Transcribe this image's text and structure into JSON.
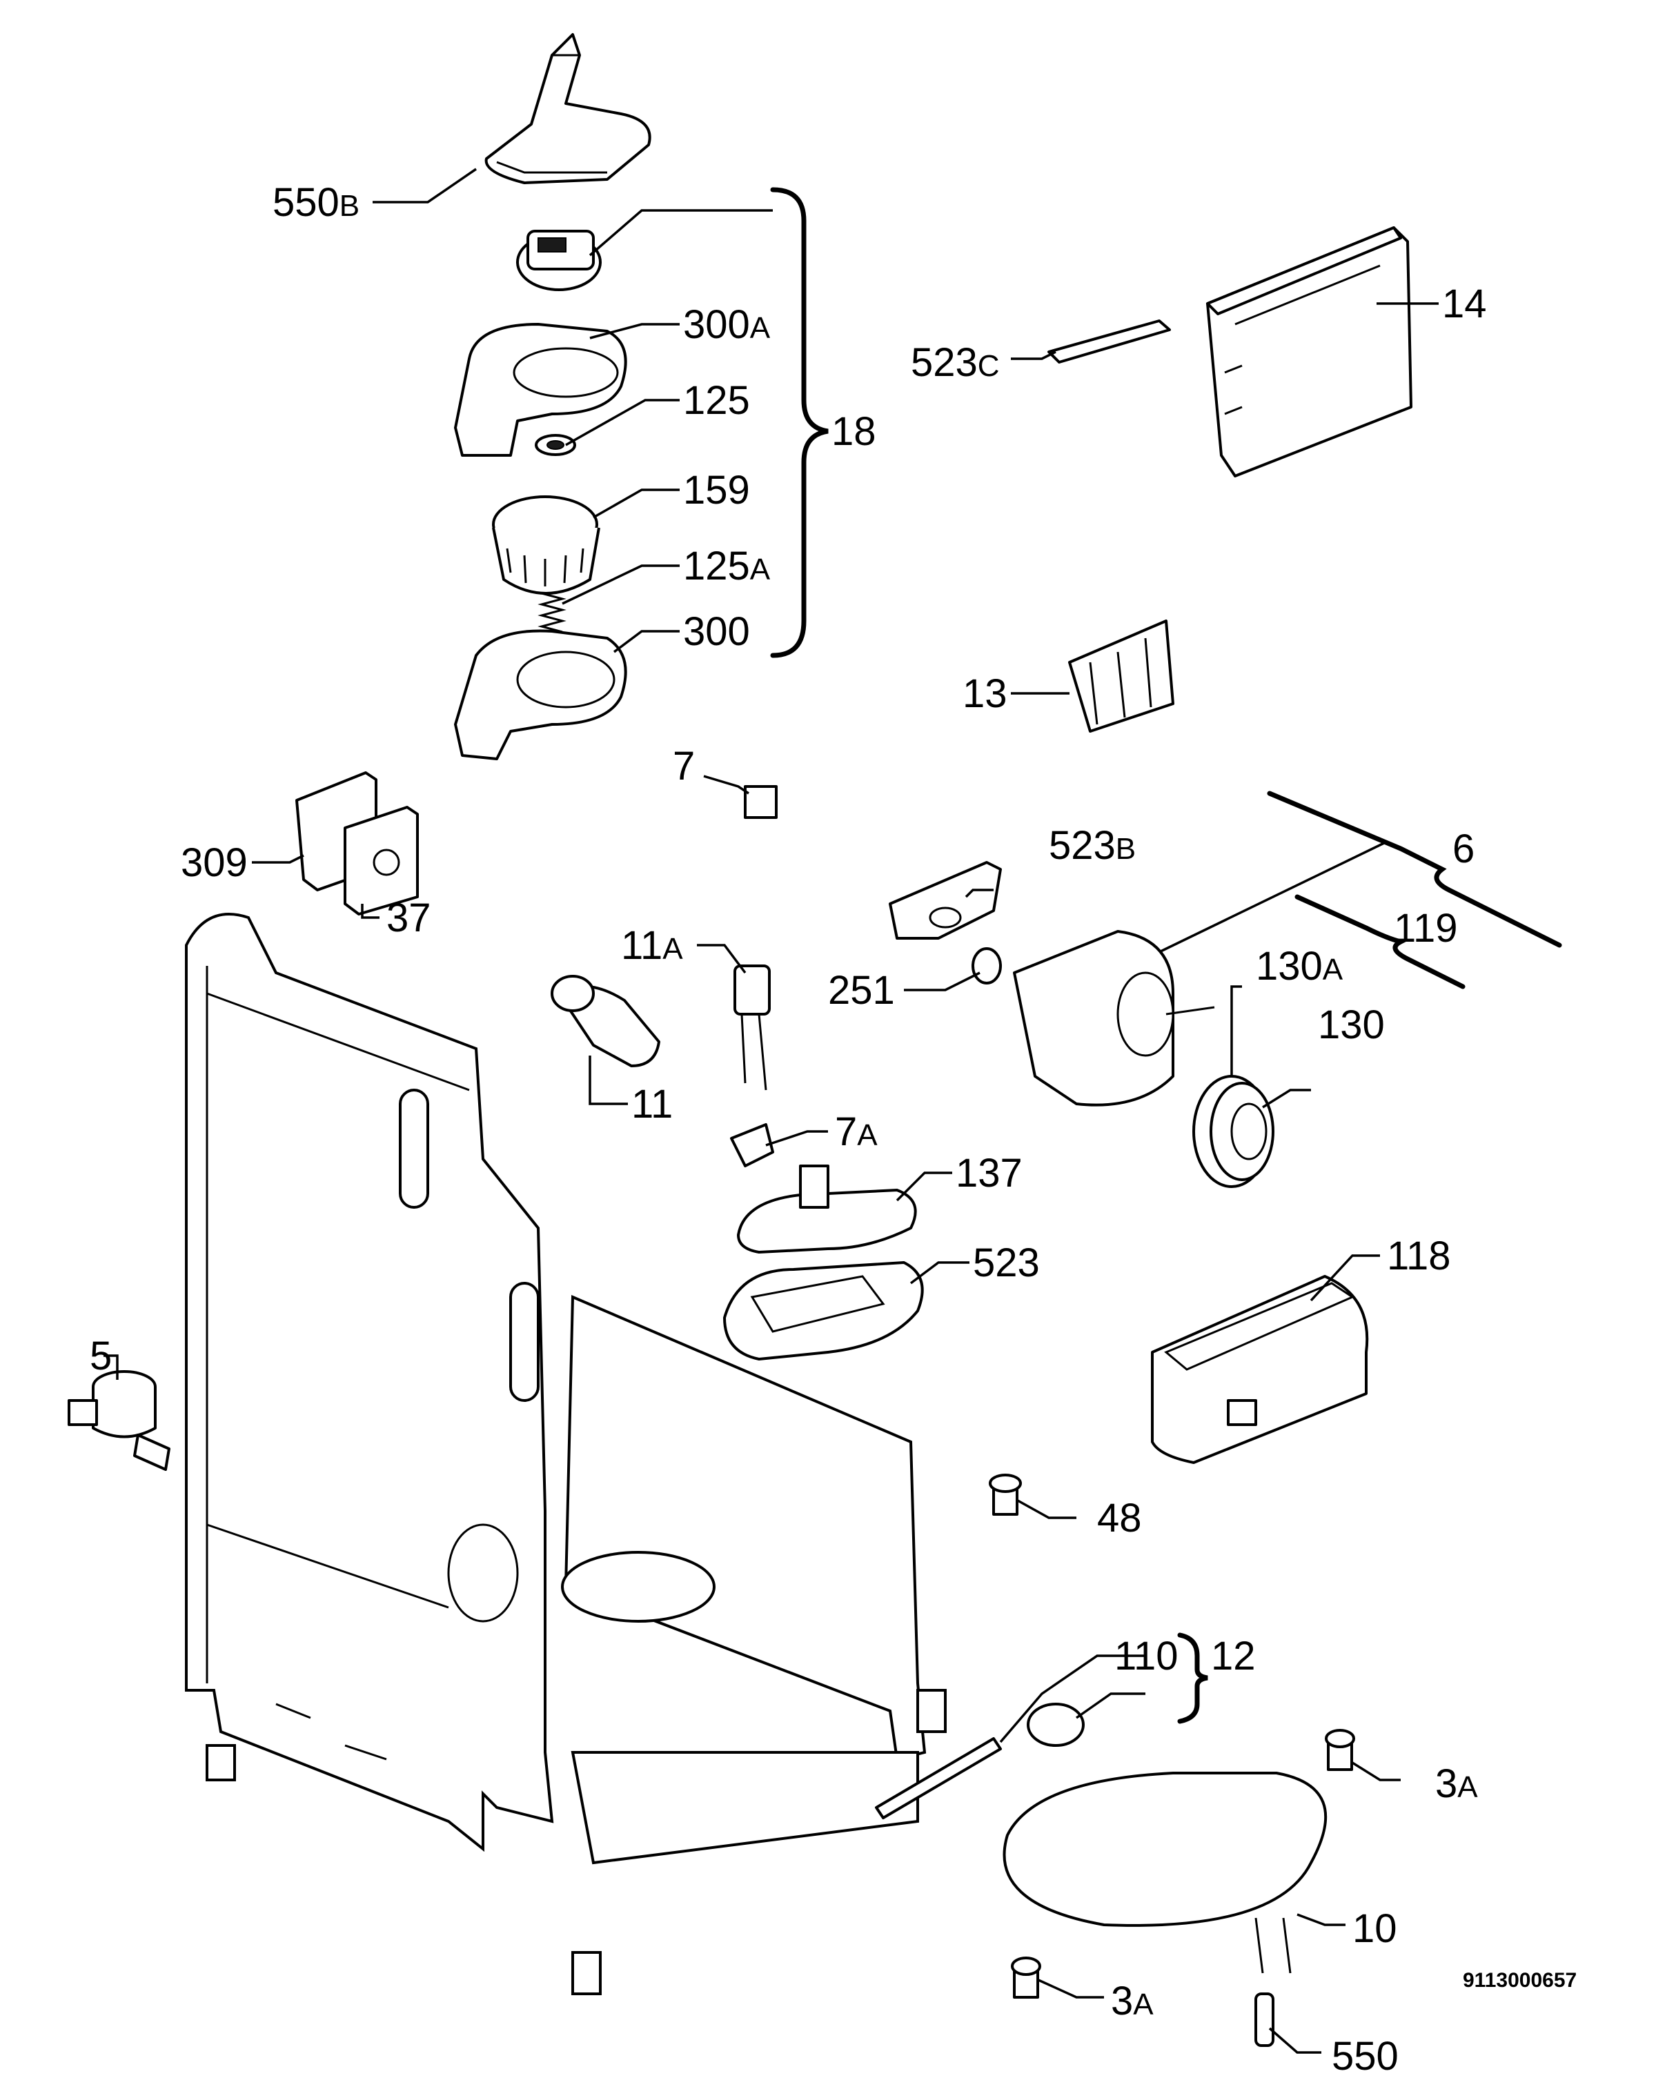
{
  "callouts": {
    "c550b": {
      "num": "550",
      "sub": "B"
    },
    "c300a": {
      "num": "300",
      "sub": "A"
    },
    "c125": {
      "num": "125",
      "sub": ""
    },
    "c18": {
      "num": "18",
      "sub": ""
    },
    "c159": {
      "num": "159",
      "sub": ""
    },
    "c125a": {
      "num": "125",
      "sub": "A"
    },
    "c300": {
      "num": "300",
      "sub": ""
    },
    "c14": {
      "num": "14",
      "sub": ""
    },
    "c523c": {
      "num": "523",
      "sub": "C"
    },
    "c13": {
      "num": "13",
      "sub": ""
    },
    "c7": {
      "num": "7",
      "sub": ""
    },
    "c309": {
      "num": "309",
      "sub": ""
    },
    "c37": {
      "num": "37",
      "sub": ""
    },
    "c523b": {
      "num": "523",
      "sub": "B"
    },
    "c6": {
      "num": "6",
      "sub": ""
    },
    "c119": {
      "num": "119",
      "sub": ""
    },
    "c11a": {
      "num": "11",
      "sub": "A"
    },
    "c251": {
      "num": "251",
      "sub": ""
    },
    "c130a": {
      "num": "130",
      "sub": "A"
    },
    "c130": {
      "num": "130",
      "sub": ""
    },
    "c11": {
      "num": "11",
      "sub": ""
    },
    "c7a": {
      "num": "7",
      "sub": "A"
    },
    "c137": {
      "num": "137",
      "sub": ""
    },
    "c523": {
      "num": "523",
      "sub": ""
    },
    "c118": {
      "num": "118",
      "sub": ""
    },
    "c5": {
      "num": "5",
      "sub": ""
    },
    "c48": {
      "num": "48",
      "sub": ""
    },
    "c110": {
      "num": "110",
      "sub": ""
    },
    "c12": {
      "num": "12",
      "sub": ""
    },
    "c3a_top": {
      "num": "3",
      "sub": "A"
    },
    "c10": {
      "num": "10",
      "sub": ""
    },
    "c3a_bottom": {
      "num": "3",
      "sub": "A"
    },
    "c550": {
      "num": "550",
      "sub": ""
    }
  },
  "document_number": "9113000657"
}
